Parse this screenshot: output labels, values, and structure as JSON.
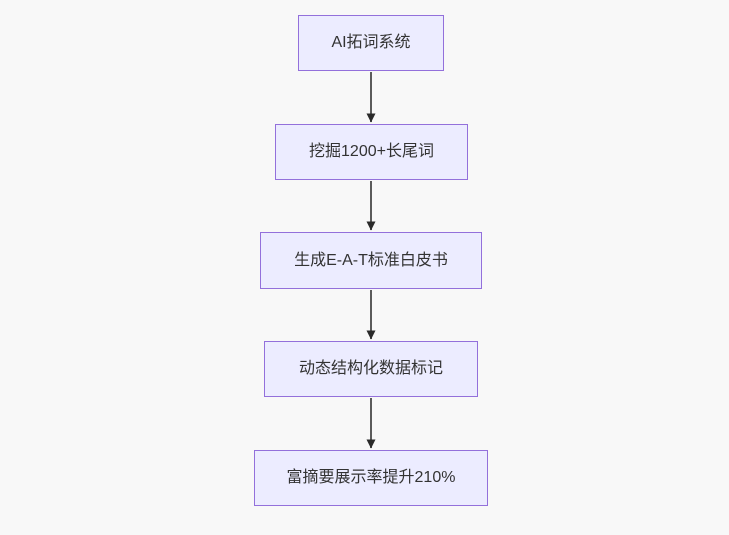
{
  "diagram": {
    "type": "flowchart",
    "direction": "top-down",
    "nodes": [
      {
        "id": "node-1",
        "label": "AI拓词系统"
      },
      {
        "id": "node-2",
        "label": "挖掘1200+长尾词"
      },
      {
        "id": "node-3",
        "label": "生成E-A-T标准白皮书"
      },
      {
        "id": "node-4",
        "label": "动态结构化数据标记"
      },
      {
        "id": "node-5",
        "label": "富摘要展示率提升210%"
      }
    ],
    "edges": [
      {
        "from": "AI拓词系统",
        "to": "挖掘1200+长尾词"
      },
      {
        "from": "挖掘1200+长尾词",
        "to": "生成E-A-T标准白皮书"
      },
      {
        "from": "生成E-A-T标准白皮书",
        "to": "动态结构化数据标记"
      },
      {
        "from": "动态结构化数据标记",
        "to": "富摘要展示率提升210%"
      }
    ],
    "colors": {
      "node_fill": "#ececff",
      "node_border": "#9370db",
      "node_text": "#333333",
      "arrow_line": "#5b5b5b",
      "arrow_head": "#2a2a2a",
      "background": "#f8f8f8"
    }
  }
}
